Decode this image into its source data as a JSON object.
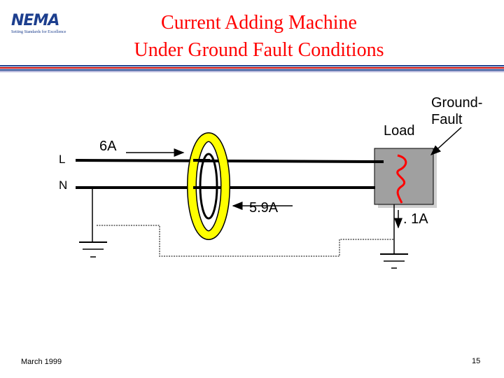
{
  "slide": {
    "logo": {
      "text": "NEMA",
      "tagline": "Setting Standards for Excellence"
    },
    "title_line1": "Current Adding Machine",
    "title_line2": "Under Ground Fault Conditions",
    "footer_date": "March 1999",
    "page_number": "15"
  },
  "diagram": {
    "line_label": "L",
    "neutral_label": "N",
    "current_line": "6A",
    "current_neutral": "5.9A",
    "current_fault": ". 1A",
    "load_label": "Load",
    "ground_fault_label_1": "Ground-",
    "ground_fault_label_2": "Fault"
  },
  "colors": {
    "title": "#ff0000",
    "logo": "#1d3f8e",
    "ct_ring": "#ffff00",
    "load_box": "#a0a0a0",
    "fault_wire": "#ff0000"
  }
}
